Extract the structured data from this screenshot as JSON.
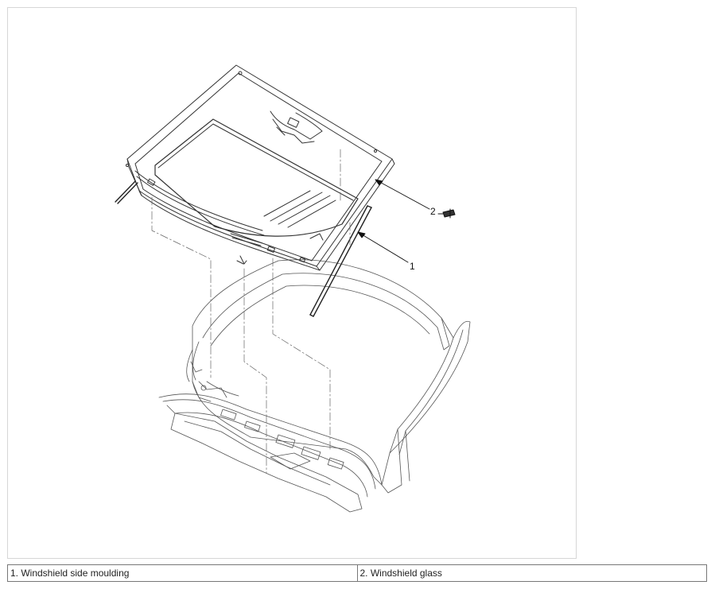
{
  "callouts": {
    "one": "1",
    "two": "2"
  },
  "legend": [
    {
      "text": "1. Windshield side moulding"
    },
    {
      "text": "2. Windshield glass"
    }
  ]
}
